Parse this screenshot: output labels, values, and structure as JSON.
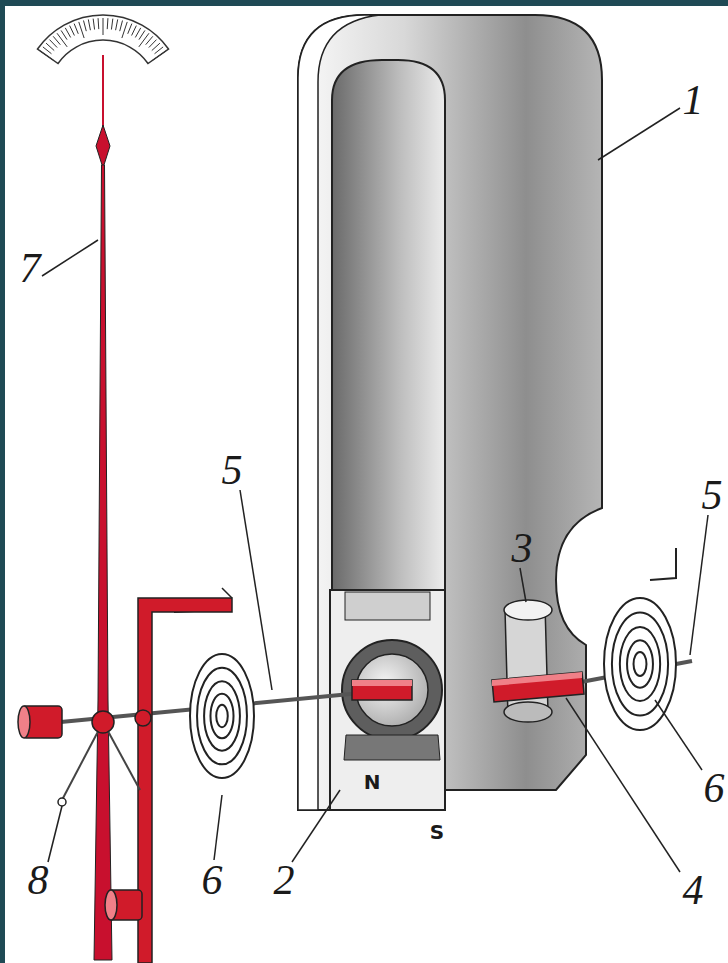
{
  "diagram": {
    "labels": [
      "1",
      "7",
      "5",
      "5",
      "3",
      "N",
      "6",
      "S",
      "2",
      "8",
      "6",
      "4"
    ]
  }
}
